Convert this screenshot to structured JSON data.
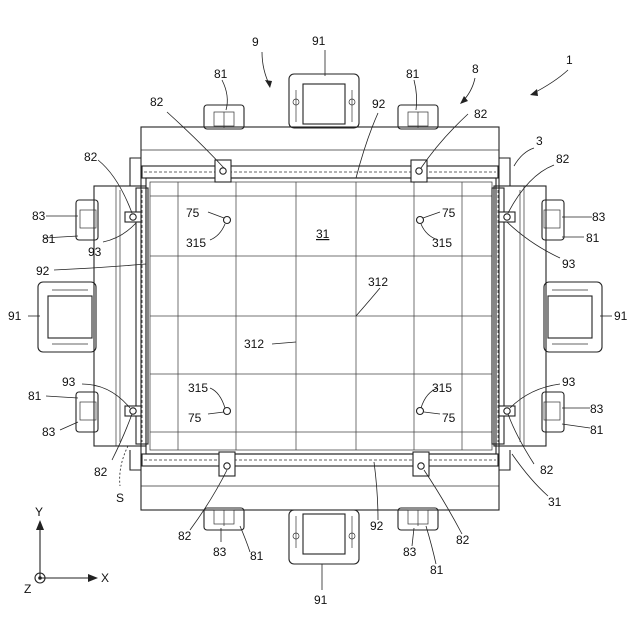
{
  "labels": {
    "ref_9": "9",
    "ref_91_top": "91",
    "ref_81_tl": "81",
    "ref_81_tr": "81",
    "ref_8": "8",
    "ref_1": "1",
    "ref_82_tl": "82",
    "ref_92_top": "92",
    "ref_82_tr": "82",
    "ref_3": "3",
    "ref_82_lt": "82",
    "ref_82_rt": "82",
    "ref_83_lt": "83",
    "ref_81_lt": "81",
    "ref_93_lt": "93",
    "ref_92_left": "92",
    "ref_75_tl": "75",
    "ref_315_tl": "315",
    "ref_31_center": "31",
    "ref_75_tr": "75",
    "ref_315_tr": "315",
    "ref_83_rt": "83",
    "ref_81_rt": "81",
    "ref_93_rt": "93",
    "ref_312_right": "312",
    "ref_91_left": "91",
    "ref_91_right": "91",
    "ref_312_left": "312",
    "ref_93_lb": "93",
    "ref_81_lb": "81",
    "ref_83_lb": "83",
    "ref_315_bl": "315",
    "ref_75_bl": "75",
    "ref_315_br": "315",
    "ref_75_br": "75",
    "ref_93_rb": "93",
    "ref_83_rb": "83",
    "ref_81_rb": "81",
    "ref_82_lb": "82",
    "ref_82_rb": "82",
    "ref_31_br": "31",
    "ref_S": "S",
    "ref_82_bl": "82",
    "ref_92_bottom": "92",
    "ref_82_br": "82",
    "ref_83_bl": "83",
    "ref_81_bl": "81",
    "ref_83_br": "83",
    "ref_81_br": "81",
    "ref_91_bottom": "91",
    "axis_y": "Y",
    "axis_x": "X",
    "axis_z": "Z"
  }
}
